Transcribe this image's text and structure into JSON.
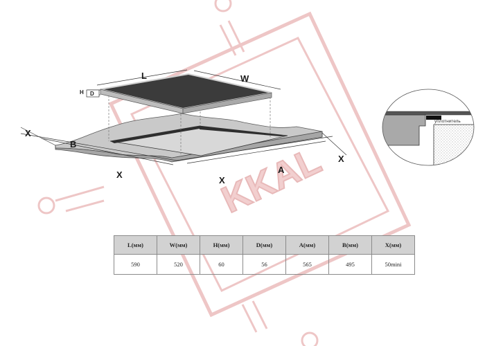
{
  "diagram": {
    "labels": {
      "L": "L",
      "W": "W",
      "H": "H",
      "D": "D",
      "X": "X",
      "B": "B",
      "A": "A"
    },
    "seal_label": "уплотнитель"
  },
  "watermark": {
    "text": "KKAL",
    "color": "#e8b4b4"
  },
  "table": {
    "headers": [
      "L(мм)",
      "W(мм)",
      "H(мм)",
      "D(мм)",
      "A(мм)",
      "B(мм)",
      "X(мм)"
    ],
    "rows": [
      [
        "590",
        "520",
        "60",
        "56",
        "565",
        "495",
        "50mini"
      ]
    ]
  }
}
